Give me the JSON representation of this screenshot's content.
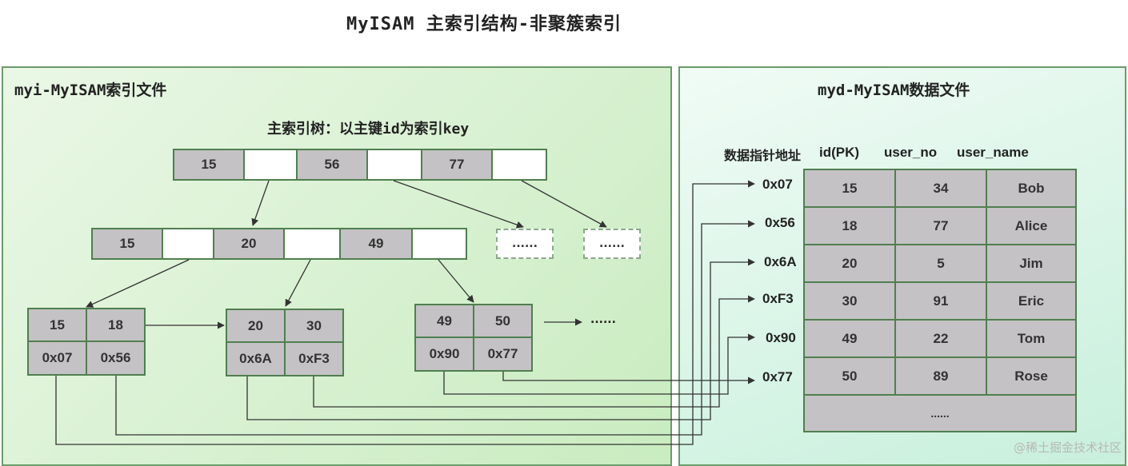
{
  "title": "MyISAM 主索引结构-非聚簇索引",
  "left_panel": {
    "title": "myi-MyISAM索引文件",
    "subtitle": "主索引树：以主键id为索引key",
    "root": [
      "15",
      "56",
      "77"
    ],
    "level2": [
      "15",
      "20",
      "49"
    ],
    "placeholder": "......",
    "leaves": [
      {
        "keys": [
          "15",
          "18"
        ],
        "pointers": [
          "0x07",
          "0x56"
        ]
      },
      {
        "keys": [
          "20",
          "30"
        ],
        "pointers": [
          "0x6A",
          "0xF3"
        ]
      },
      {
        "keys": [
          "49",
          "50"
        ],
        "pointers": [
          "0x90",
          "0x77"
        ]
      }
    ],
    "leaf_more": "......"
  },
  "right_panel": {
    "title": "myd-MyISAM数据文件",
    "headers": [
      "数据指针地址",
      "id(PK)",
      "user_no",
      "user_name"
    ],
    "rows": [
      {
        "addr": "0x07",
        "id": "15",
        "user_no": "34",
        "user_name": "Bob"
      },
      {
        "addr": "0x56",
        "id": "18",
        "user_no": "77",
        "user_name": "Alice"
      },
      {
        "addr": "0x6A",
        "id": "20",
        "user_no": "5",
        "user_name": "Jim"
      },
      {
        "addr": "0xF3",
        "id": "30",
        "user_no": "91",
        "user_name": "Eric"
      },
      {
        "addr": "0x90",
        "id": "49",
        "user_no": "22",
        "user_name": "Tom"
      },
      {
        "addr": "0x77",
        "id": "50",
        "user_no": "89",
        "user_name": "Rose"
      }
    ],
    "more": "......"
  },
  "watermark": "@稀土掘金技术社区"
}
